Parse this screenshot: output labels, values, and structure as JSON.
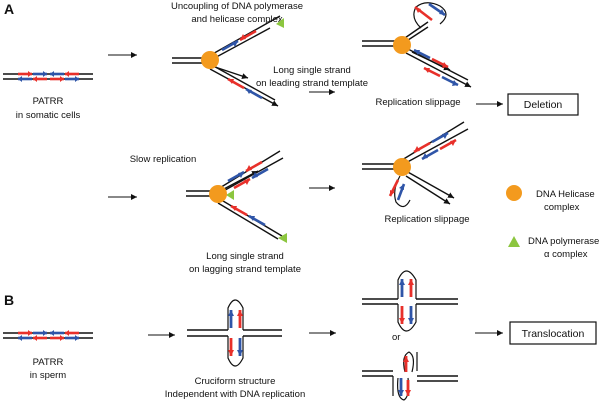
{
  "panels": {
    "a": "A",
    "b": "B"
  },
  "panel_a": {
    "patrr_line1": "PATRR",
    "patrr_line2": "in somatic cells",
    "uncoupling_line1": "Uncoupling of DNA polymerase",
    "uncoupling_line2": "and helicase complex",
    "leading_line1": "Long single strand",
    "leading_line2": "on leading strand template",
    "slippage_top": "Replication slippage",
    "deletion": "Deletion",
    "slow_replication": "Slow replication",
    "slippage_bottom": "Replication slippage",
    "lagging_line1": "Long single strand",
    "lagging_line2": "on lagging strand template"
  },
  "legend": {
    "helicase_line1": "DNA Helicase",
    "helicase_line2": "complex",
    "polymerase_line1": "DNA polymerase",
    "polymerase_line2": "α complex"
  },
  "panel_b": {
    "patrr_line1": "PATRR",
    "patrr_line2": "in sperm",
    "cruciform_line1": "Cruciform structure",
    "cruciform_line2": "Independent with DNA replication",
    "or": "or",
    "translocation": "Translocation"
  },
  "colors": {
    "red": "#e8302a",
    "blue": "#2f55a8",
    "helicase": "#f39a1e",
    "polymerase": "#8cc63f",
    "strand": "#111111"
  }
}
